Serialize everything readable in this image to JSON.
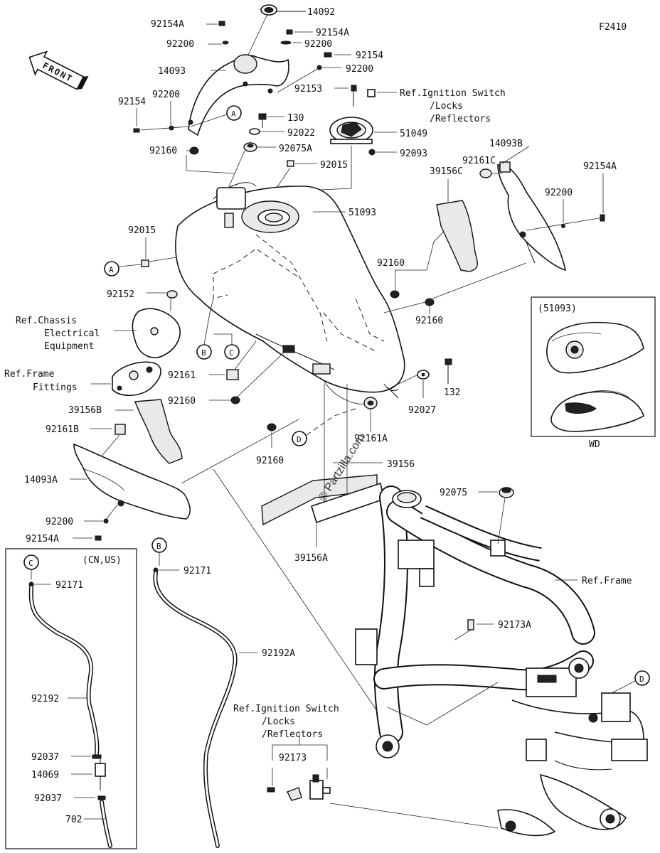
{
  "figure_code": "F2410",
  "front_label": "FRONT",
  "watermark": "© Partzilla.com",
  "inset": {
    "title": "(51093)",
    "caption": "WD"
  },
  "hose_box_label": "(CN,US)",
  "callout_letters": {
    "a1": "A",
    "a2": "A",
    "b1": "B",
    "b2": "B",
    "c1": "C",
    "c2": "C",
    "d1": "D",
    "d2": "D"
  },
  "labels": {
    "p14092": "14092",
    "p92154A_1": "92154A",
    "p92200_1": "92200",
    "p14093": "14093",
    "p92154A_2": "92154A",
    "p92200_2": "92200",
    "p92154": "92154",
    "p92200_3": "92200",
    "p92153": "92153",
    "ref_ign_1": "Ref.Ignition Switch",
    "ref_locks_1": "/Locks",
    "ref_refl_1": "/Reflectors",
    "p92154_left": "92154",
    "p92200_left": "92200",
    "p130": "130",
    "p92022": "92022",
    "p51049": "51049",
    "p92093": "92093",
    "p92160_a": "92160",
    "p92075A": "92075A",
    "p92015_a": "92015",
    "p14093B": "14093B",
    "p92161C": "92161C",
    "p39156C": "39156C",
    "p92200_r": "92200",
    "p92154A_r": "92154A",
    "p51093": "51093",
    "p92015_b": "92015",
    "p92160_b": "92160",
    "p92152": "92152",
    "ref_chassis_1": "Ref.Chassis",
    "ref_chassis_2": "Electrical",
    "ref_chassis_3": "Equipment",
    "p92160_c": "92160",
    "ref_frame_f1": "Ref.Frame",
    "ref_frame_f2": "Fittings",
    "p92161": "92161",
    "p132": "132",
    "p92160_d": "92160",
    "p92027": "92027",
    "p39156B": "39156B",
    "p92161B": "92161B",
    "p92161A": "92161A",
    "p92160_e": "92160",
    "p39156": "39156",
    "p14093A": "14093A",
    "p92075": "92075",
    "p92200_b": "92200",
    "p92154A_b": "92154A",
    "p39156A": "39156A",
    "ref_frame": "Ref.Frame",
    "p92171_a": "92171",
    "p92171_b": "92171",
    "p92173A": "92173A",
    "p92192A": "92192A",
    "p92192": "92192",
    "ref_ign_2": "Ref.Ignition Switch",
    "ref_locks_2": "/Locks",
    "ref_refl_2": "/Reflectors",
    "p92037_a": "92037",
    "p14069": "14069",
    "p92173": "92173",
    "p92037_b": "92037",
    "p702": "702"
  }
}
